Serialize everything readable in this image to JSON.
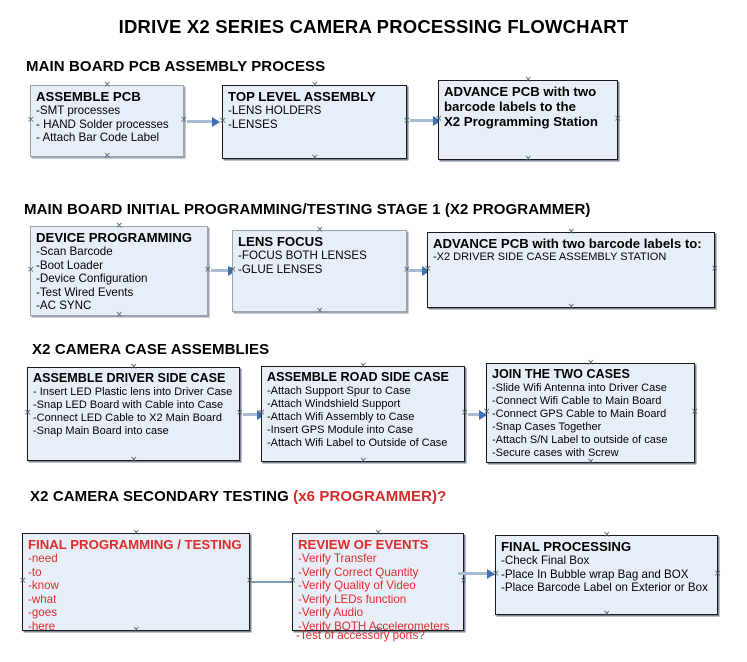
{
  "title": "IDRIVE X2  SERIES CAMERA PROCESSING FLOWCHART",
  "sections": [
    {
      "heading": "MAIN BOARD PCB ASSEMBLY PROCESS"
    },
    {
      "heading": "MAIN BOARD INITIAL PROGRAMMING/TESTING STAGE 1 (X2 PROGRAMMER)"
    },
    {
      "heading": "X2 CAMERA CASE ASSEMBLIES"
    },
    {
      "heading": "X2 CAMERA SECONDARY TESTING",
      "heading_red": "(x6 PROGRAMMER)?"
    }
  ],
  "boxes": {
    "assemble_pcb": {
      "header": "ASSEMBLE PCB",
      "items": [
        "-SMT processes",
        "- HAND Solder processes",
        "- Attach Bar Code Label"
      ]
    },
    "top_level_assembly": {
      "header": "TOP LEVEL ASSEMBLY",
      "items": [
        "-LENS HOLDERS",
        "-LENSES"
      ]
    },
    "advance_pcb_station": {
      "line1": "ADVANCE PCB with two",
      "line2": "barcode labels to the",
      "line3": " X2 Programming Station"
    },
    "device_programming": {
      "header": "DEVICE PROGRAMMING",
      "items": [
        "-Scan Barcode",
        "-Boot Loader",
        "-Device Configuration",
        "-Test Wired Events",
        "-AC SYNC"
      ]
    },
    "lens_focus": {
      "header": "LENS FOCUS",
      "items": [
        "-FOCUS BOTH LENSES",
        "-GLUE LENSES"
      ]
    },
    "advance_pcb_driver": {
      "header": "ADVANCE PCB with two barcode labels to:",
      "items": [
        "-X2 DRIVER  SIDE  CASE  ASSEMBLY STATION"
      ]
    },
    "assemble_driver_side_case": {
      "header": "ASSEMBLE DRIVER SIDE CASE",
      "items": [
        "- Insert LED Plastic lens into Driver Case",
        "-Snap LED Board with Cable into Case",
        "-Connect LED Cable to X2 Main Board",
        "-Snap Main Board into case"
      ]
    },
    "assemble_road_side_case": {
      "header": "ASSEMBLE ROAD SIDE CASE",
      "items": [
        "-Attach Support Spur to Case",
        "-Attach Windshield Support",
        "-Attach Wifi Assembly to Case",
        "-Insert GPS Module into Case",
        "-Attach Wifi Label to Outside of Case"
      ]
    },
    "join_the_two_cases": {
      "header": "JOIN THE TWO CASES",
      "items": [
        "-Slide Wifi Antenna into Driver Case",
        "-Connect Wifi Cable to Main Board",
        "-Connect GPS Cable to Main Board",
        "-Snap Cases Together",
        "-Attach S/N Label to outside of case",
        "-Secure cases with Screw"
      ]
    },
    "final_programming_testing": {
      "header": "FINAL PROGRAMMING / TESTING",
      "items": [
        "-need",
        "-to",
        "-know",
        "-what",
        "-goes",
        "-here"
      ]
    },
    "review_of_events": {
      "header": "REVIEW OF EVENTS",
      "items": [
        "-Verify Transfer",
        "-Verify Correct Quantity",
        "-Verify Quality of Video",
        "-Verify LEDs function",
        "-Verify Audio",
        "-Verify BOTH Accelerometers"
      ],
      "overflow_item": "-Test of accessory ports?"
    },
    "final_processing": {
      "header": "FINAL PROCESSING",
      "items": [
        "-Check Final Box",
        "-Place In Bubble wrap Bag and BOX",
        "-Place Barcode Label on Exterior or Box"
      ]
    }
  },
  "colors": {
    "box_fill": "#e8eef7",
    "box_border": "#9aa3b0",
    "box_border_dark": "#1a1a1a",
    "connector": "#a7bdd4",
    "arrow_head": "#3f6fb5",
    "red_text": "#e02b2b",
    "text": "#000000"
  }
}
